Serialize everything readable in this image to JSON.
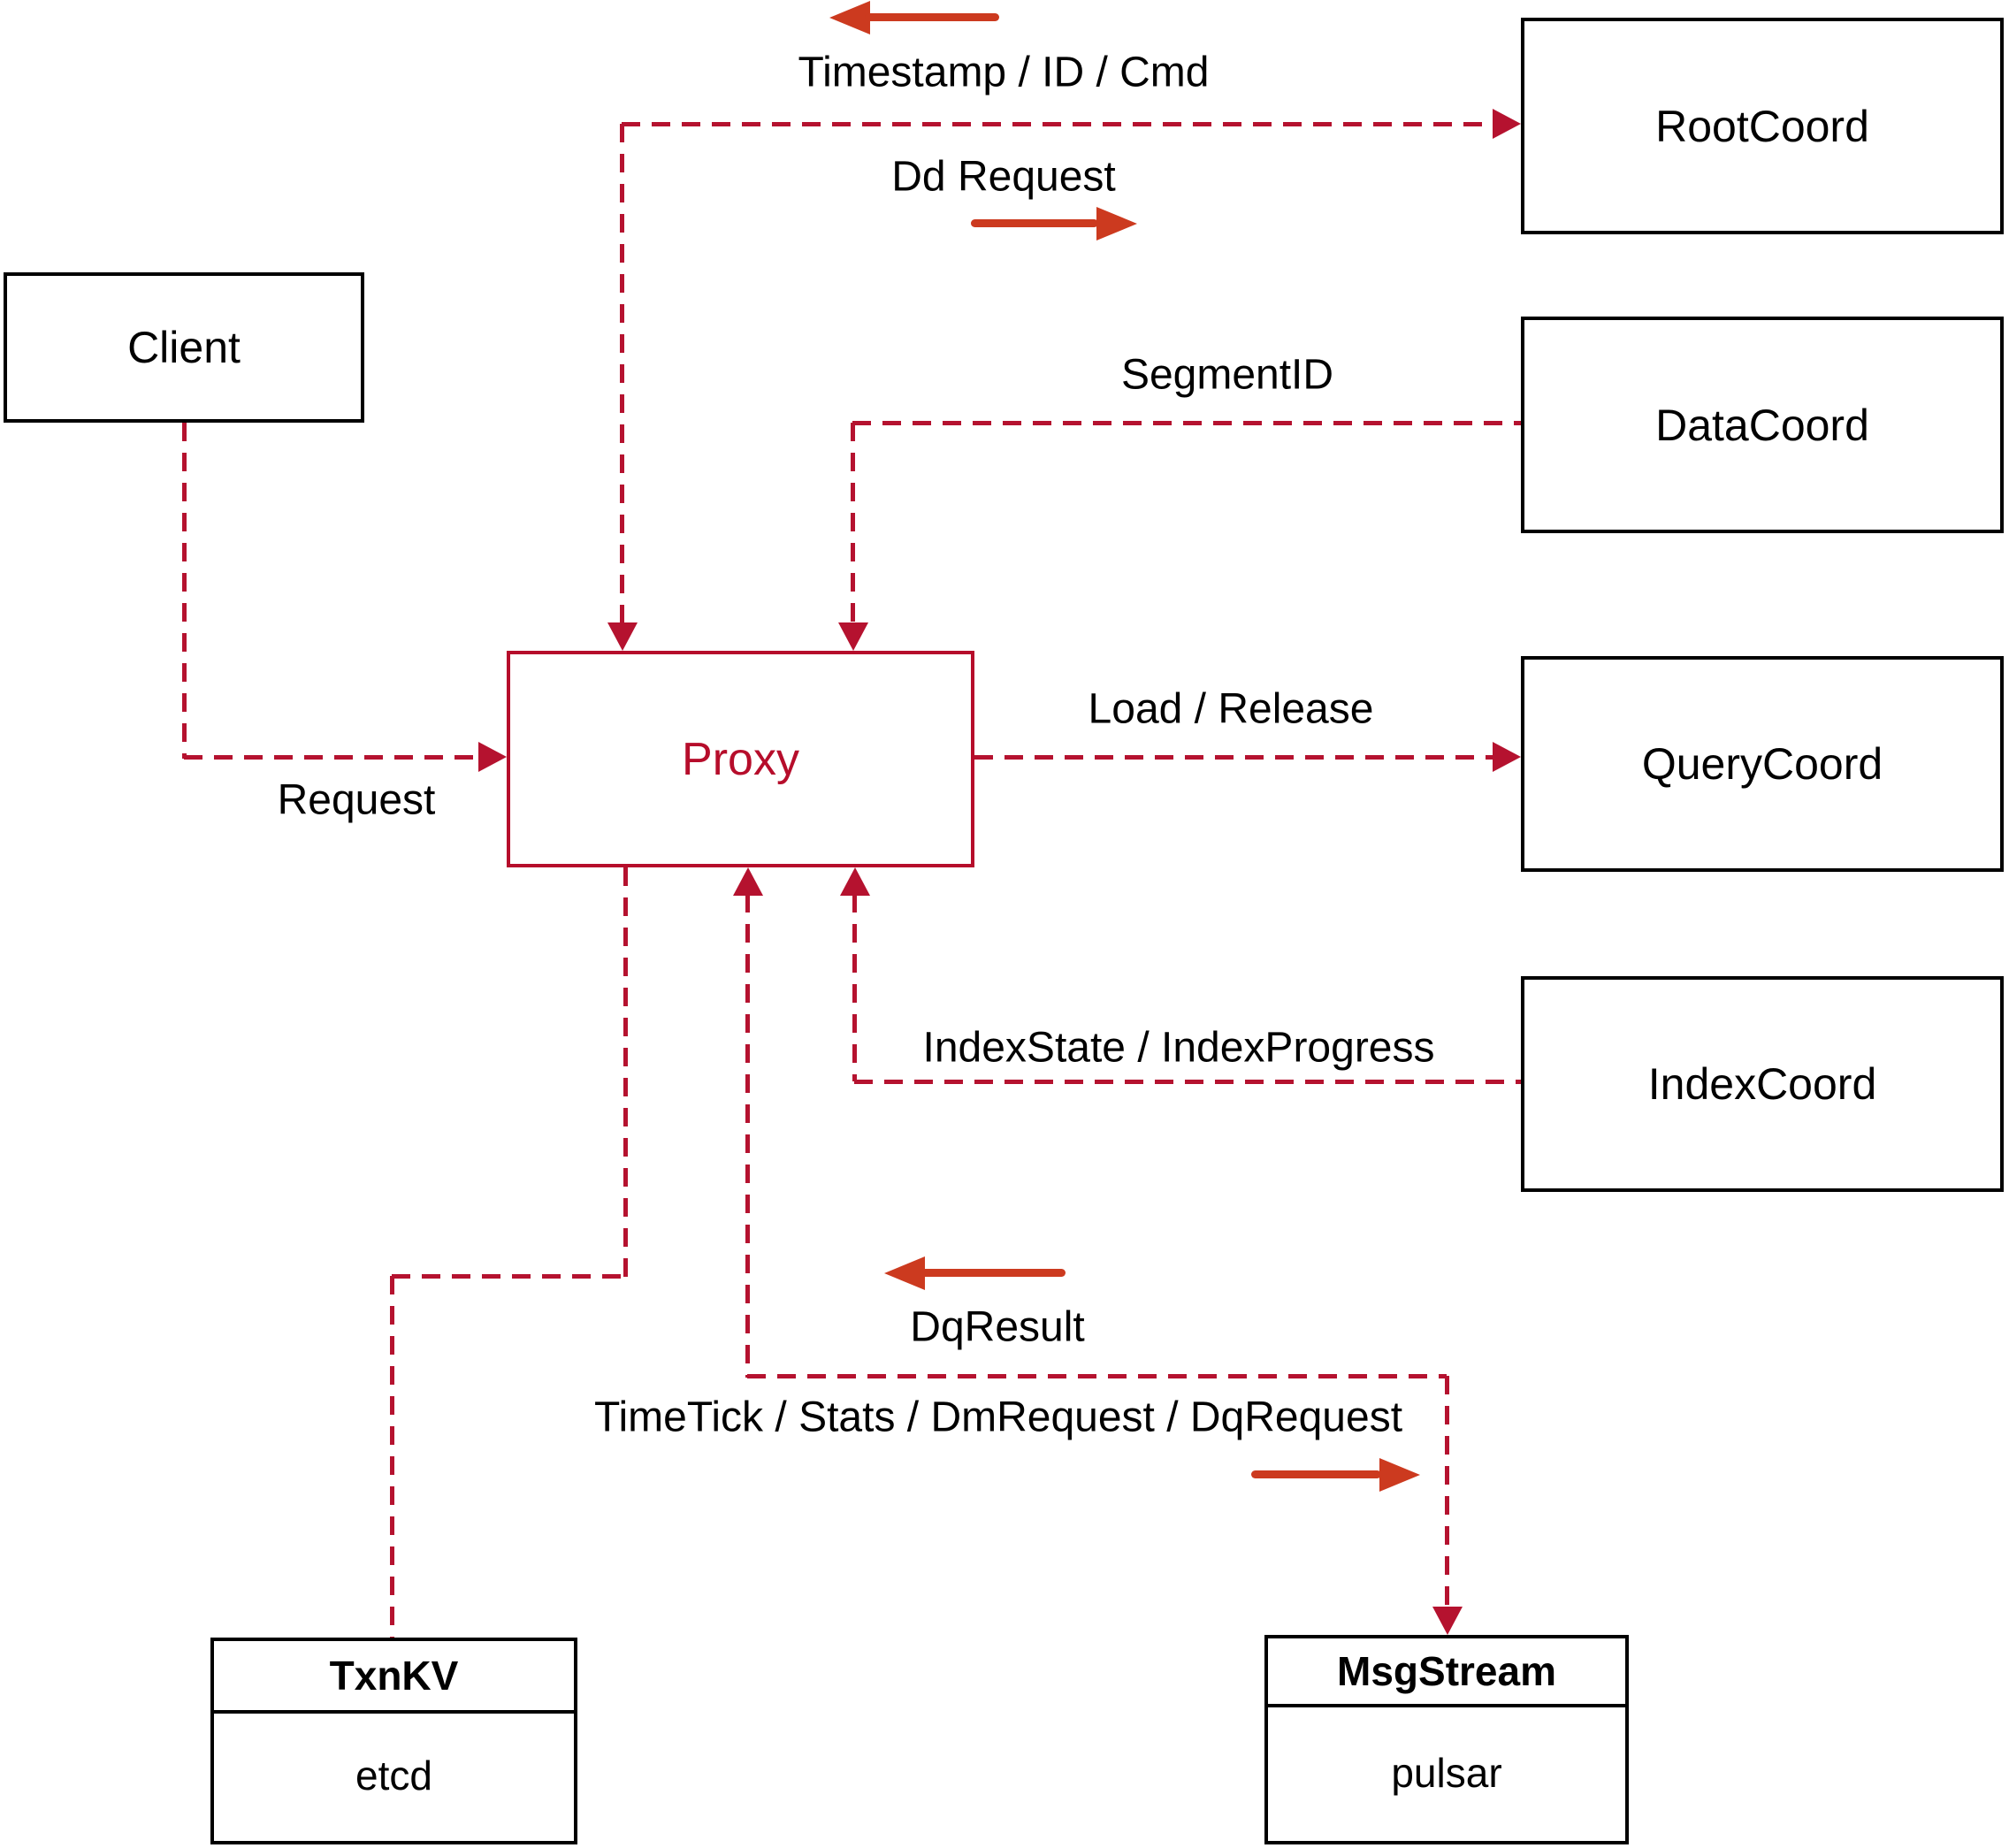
{
  "colors": {
    "dash": "#b5122f",
    "arrow": "#cc3a1f",
    "proxy_red": "#b60d2b",
    "box_border": "#000000",
    "text": "#000000",
    "background": "#ffffff"
  },
  "nodes": {
    "client": {
      "label": "Client"
    },
    "rootcoord": {
      "label": "RootCoord"
    },
    "datacoord": {
      "label": "DataCoord"
    },
    "querycoord": {
      "label": "QueryCoord"
    },
    "indexcoord": {
      "label": "IndexCoord"
    },
    "proxy": {
      "label": "Proxy"
    },
    "txnkv": {
      "label": "TxnKV",
      "sublabel": "etcd"
    },
    "msgstream": {
      "label": "MsgStream",
      "sublabel": "pulsar"
    }
  },
  "edges": {
    "client_proxy": {
      "label": "Request"
    },
    "proxy_rootcoord": {
      "label_return": "Timestamp / ID / Cmd",
      "label_forward": "Dd Request"
    },
    "datacoord_proxy": {
      "label": "SegmentID"
    },
    "proxy_querycoord": {
      "label": "Load / Release"
    },
    "indexcoord_proxy": {
      "label": "IndexState / IndexProgress"
    },
    "proxy_msgstream": {
      "label_return": "DqResult",
      "label_forward": "TimeTick / Stats / DmRequest / DqRequest"
    }
  }
}
